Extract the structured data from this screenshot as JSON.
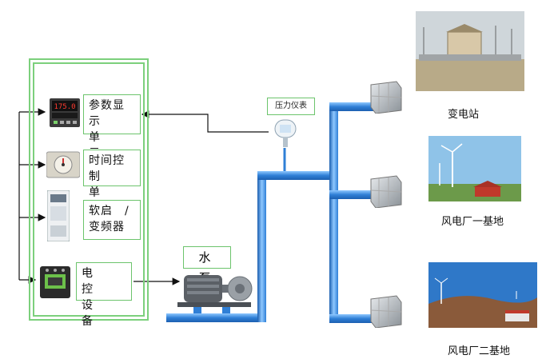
{
  "control_panel": {
    "units": [
      {
        "line1": "参数显示",
        "line2": "单　　元",
        "icon": "digital-display-icon",
        "display_value": "175.0"
      },
      {
        "line1": "时间控制",
        "line2": "单　　元",
        "icon": "timer-relay-icon"
      },
      {
        "line1": "软启　/",
        "line2": "变频器",
        "icon": "inverter-icon"
      },
      {
        "line1": "电　　控",
        "line2": "设　　备",
        "icon": "contactor-icon"
      }
    ]
  },
  "pressure_gauge": {
    "label": "压力仪表"
  },
  "pump": {
    "label": "水　泵"
  },
  "sites": [
    {
      "label": "变电站",
      "photo": "substation"
    },
    {
      "label": "风电厂一基地",
      "photo": "wind-farm-1"
    },
    {
      "label": "风电厂二基地",
      "photo": "wind-farm-2"
    }
  ],
  "colors": {
    "pipe": "#2f7fd6",
    "pipe_light": "#9fd0ff",
    "panel_border": "#7cd07c",
    "arrow": "#111111"
  }
}
